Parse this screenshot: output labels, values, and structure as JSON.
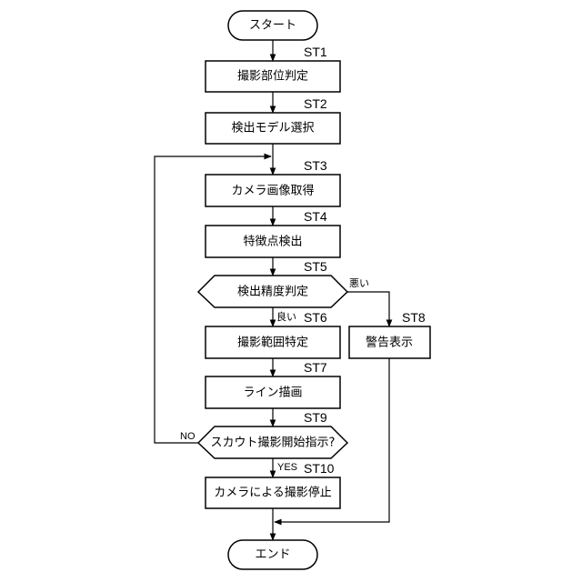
{
  "nodes": {
    "start": "スタート",
    "st1": "撮影部位判定",
    "st2": "検出モデル選択",
    "st3": "カメラ画像取得",
    "st4": "特徴点検出",
    "st5": "検出精度判定",
    "st6": "撮影範囲特定",
    "st7": "ライン描画",
    "st8": "警告表示",
    "st9": "スカウト撮影開始指示?",
    "st10": "カメラによる撮影停止",
    "end": "エンド"
  },
  "step_labels": {
    "st1": "ST1",
    "st2": "ST2",
    "st3": "ST3",
    "st4": "ST4",
    "st5": "ST5",
    "st6": "ST6",
    "st7": "ST7",
    "st8": "ST8",
    "st9": "ST9",
    "st10": "ST10"
  },
  "conditions": {
    "bad": "悪い",
    "good": "良い",
    "no": "NO",
    "yes": "YES"
  }
}
